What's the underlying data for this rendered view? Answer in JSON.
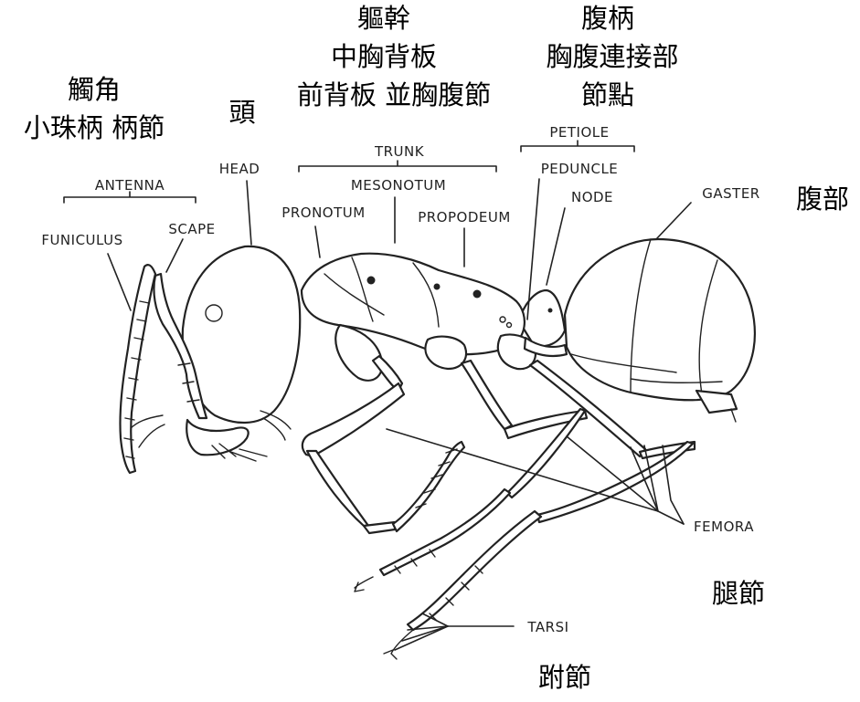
{
  "labels_en": {
    "antenna": "ANTENNA",
    "funiculus": "FUNICULUS",
    "scape": "SCAPE",
    "head": "HEAD",
    "trunk": "TRUNK",
    "mesonotum": "MESONOTUM",
    "pronotum": "PRONOTUM",
    "propodeum": "PROPODEUM",
    "petiole": "PETIOLE",
    "peduncle": "PEDUNCLE",
    "node": "NODE",
    "gaster": "GASTER",
    "femora": "FEMORA",
    "tarsi": "TARSI"
  },
  "labels_zh": {
    "antenna": "觸角",
    "funiculus_scape": "小珠柄  柄節",
    "head": "頭",
    "trunk": "軀幹",
    "mesonotum": "中胸背板",
    "pronotum_propodeum": "前背板  並胸腹節",
    "petiole": "腹柄",
    "peduncle": "胸腹連接部",
    "node": "節點",
    "gaster": "腹部",
    "femora": "腿節",
    "tarsi": "跗節"
  }
}
